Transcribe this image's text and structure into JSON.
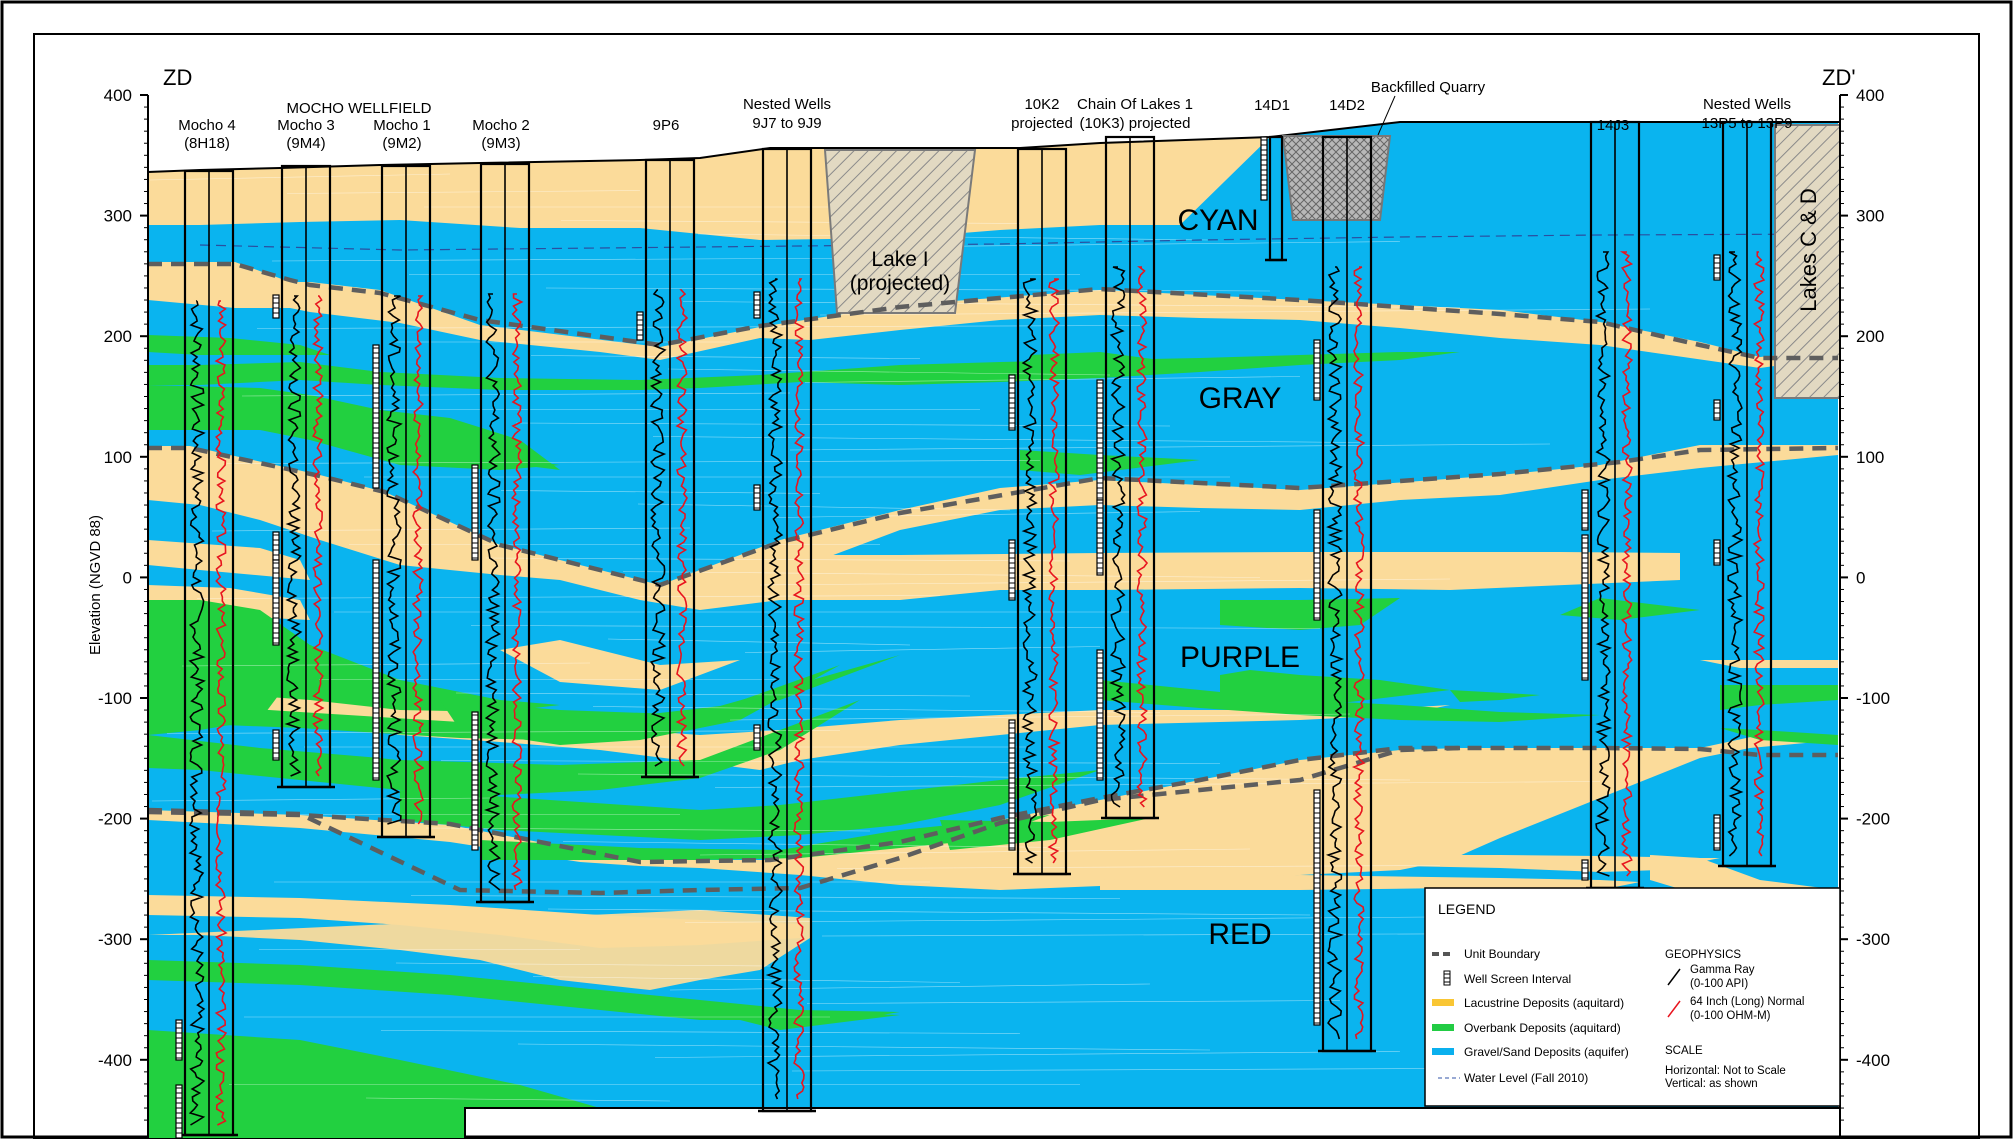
{
  "section": {
    "left_id": "ZD",
    "right_id": "ZD'",
    "y_axis_label": "Elevation (NGVD 88)",
    "y_ticks": [
      "400",
      "300",
      "200",
      "100",
      "0",
      "-100",
      "-200",
      "-300",
      "-400"
    ],
    "y_range": [
      -460,
      400
    ]
  },
  "units": [
    "CYAN",
    "GRAY",
    "PURPLE",
    "RED"
  ],
  "wells": [
    {
      "name": "Mocho 4",
      "id": "(8H18)"
    },
    {
      "name": "Mocho 3",
      "id": "(9M4)"
    },
    {
      "name": "Mocho 1",
      "id": "(9M2)"
    },
    {
      "name": "Mocho 2",
      "id": "(9M3)"
    },
    {
      "name": "9P6",
      "id": ""
    },
    {
      "name": "Nested Wells",
      "id": "9J7 to 9J9"
    },
    {
      "name": "10K2",
      "id": "projected"
    },
    {
      "name": "Chain Of Lakes 1",
      "id": "(10K3) projected"
    },
    {
      "name": "14D1",
      "id": ""
    },
    {
      "name": "14D2",
      "id": ""
    },
    {
      "name": "14J3",
      "id": ""
    },
    {
      "name": "Nested Wells",
      "id": "13P5 to 13P9"
    }
  ],
  "group_label": "MOCHO WELLFIELD",
  "features": {
    "lake_i": [
      "Lake I",
      "(projected)"
    ],
    "quarry": "Backfilled Quarry",
    "lakes_cd": "Lakes C & D"
  },
  "legend": {
    "title": "LEGEND",
    "items": [
      {
        "label": "Unit Boundary",
        "swatch": "dash",
        "color": "#555555"
      },
      {
        "label": "Well Screen Interval",
        "swatch": "screen",
        "color": "#000000"
      },
      {
        "label": "Lacustrine Deposits (aquitard)",
        "swatch": "bar",
        "color": "#f9c634"
      },
      {
        "label": "Overbank Deposits (aquitard)",
        "swatch": "bar",
        "color": "#22cc44"
      },
      {
        "label": "Gravel/Sand Deposits (aquifer)",
        "swatch": "bar",
        "color": "#0ab0ee"
      },
      {
        "label": "Water Level (Fall 2010)",
        "swatch": "water",
        "color": "#3355aa"
      }
    ],
    "geophysics_title": "GEOPHYSICS",
    "gamma": [
      "Gamma Ray",
      "(0-100 API)"
    ],
    "resistivity": [
      "64 Inch (Long) Normal",
      "(0-100 OHM-M)"
    ],
    "scale_title": "SCALE",
    "scale_lines": [
      "Horizontal: Not to Scale",
      "Vertical: as shown"
    ]
  },
  "colors": {
    "gravel": "#0ab4ef",
    "lacustrine": "#fbdb9a",
    "overbank": "#22d040",
    "boundary": "#606060",
    "resistivity": "#e8141e",
    "gamma": "#000000"
  }
}
